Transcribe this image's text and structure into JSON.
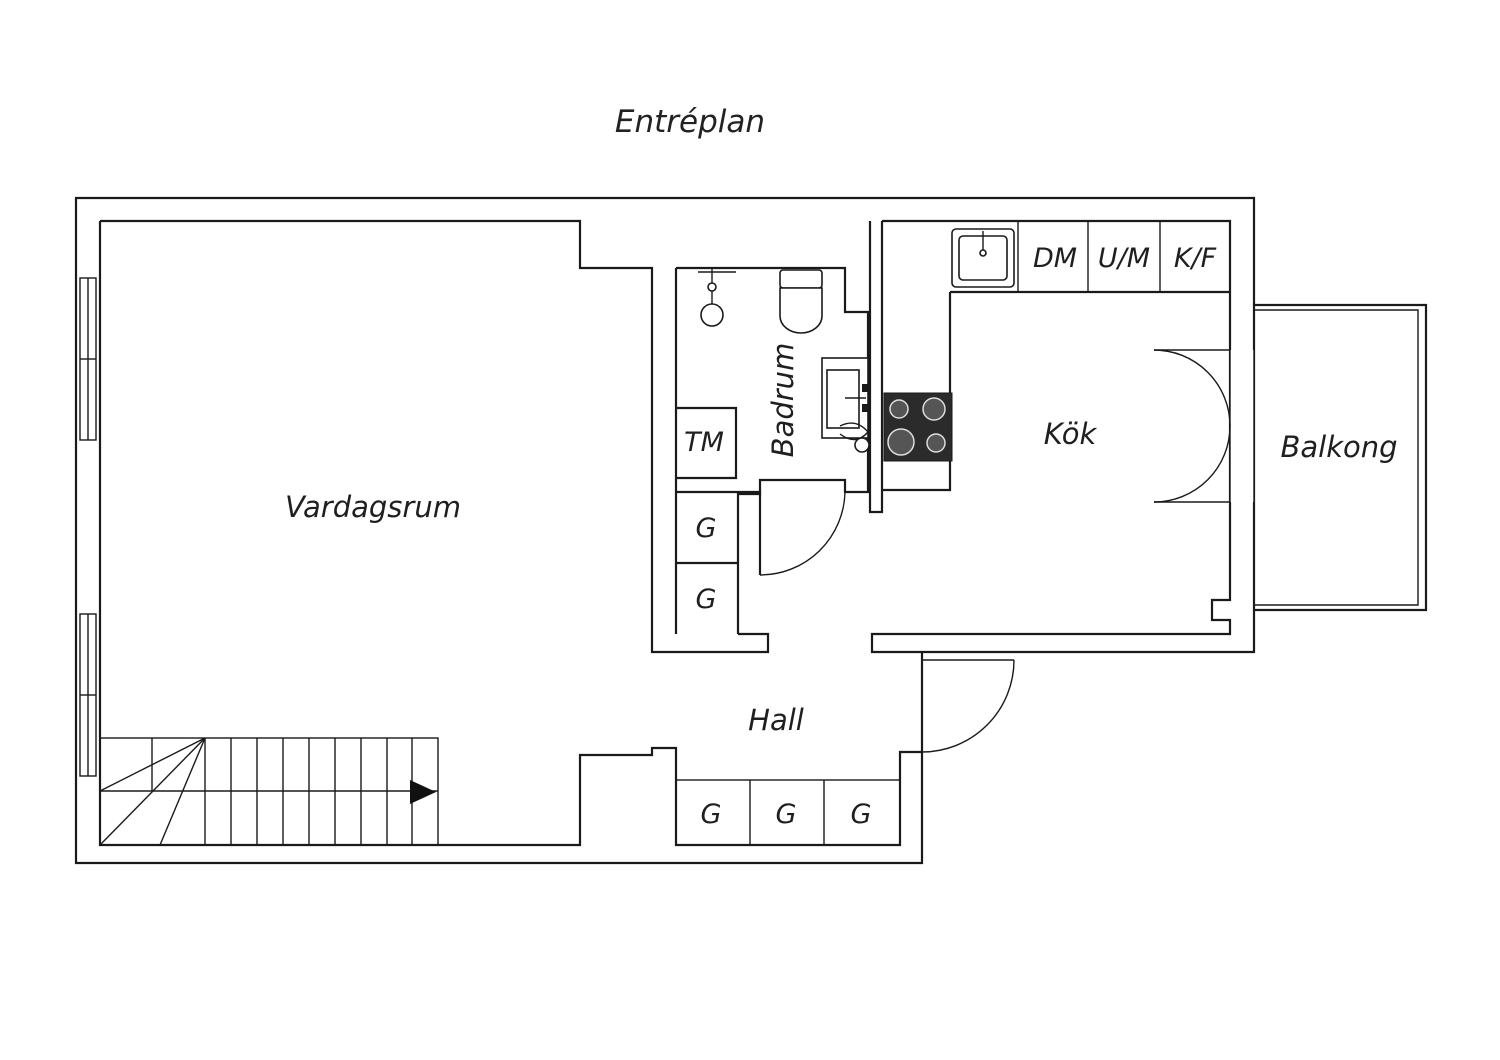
{
  "title": "Entréplan",
  "rooms": {
    "living": "Vardagsrum",
    "bathroom": "Badrum",
    "kitchen": "Kök",
    "balcony": "Balkong",
    "hall": "Hall"
  },
  "appliances": {
    "dishwasher": "DM",
    "oven_microwave": "U/M",
    "fridge_freezer": "K/F",
    "washing_machine": "TM",
    "wardrobe": "G"
  }
}
